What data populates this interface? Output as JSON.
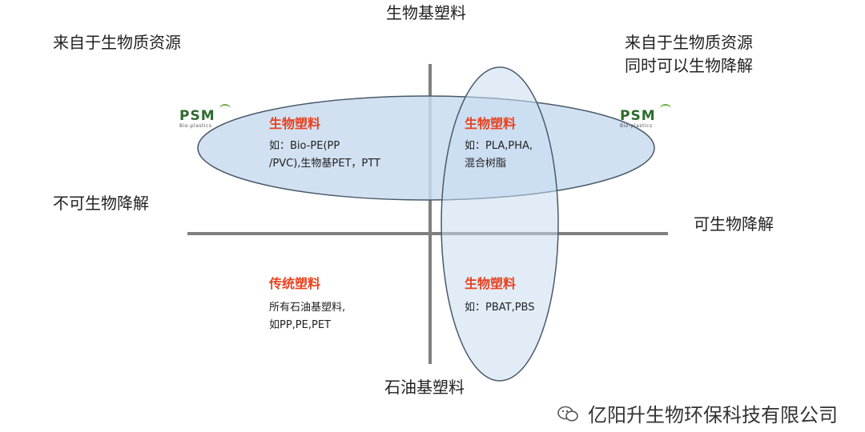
{
  "axes": {
    "top": "生物基塑料",
    "bottom": "石油基塑料",
    "left": "不可生物降解",
    "right": "可生物降解"
  },
  "corners": {
    "top_left": "来自于生物质资源",
    "top_right_line1": "来自于生物质资源",
    "top_right_line2": "同时可以生物降解"
  },
  "quadrants": {
    "top_left": {
      "title": "生物塑料",
      "desc_line1": "如：Bio-PE(PP",
      "desc_line2": "/PVC),生物基PET，PTT"
    },
    "top_right": {
      "title": "生物塑料",
      "desc_line1": "如：PLA,PHA,",
      "desc_line2": "混合树脂"
    },
    "bottom_left": {
      "title": "传统塑料",
      "desc_line1": "所有石油基塑料,",
      "desc_line2": "如PP,PE,PET"
    },
    "bottom_right": {
      "title": "生物塑料",
      "desc_line1": "如：PBAT,PBS"
    }
  },
  "logos": {
    "mark": "PSM",
    "sub": "Bio-plastics"
  },
  "footer": {
    "text": "亿阳升生物环保科技有限公司"
  },
  "colors": {
    "ellipse_fill": "#c9dcf0",
    "ellipse_stroke": "#4a5a6a",
    "axis": "#7f7f7f",
    "title_red": "#e8421f"
  }
}
